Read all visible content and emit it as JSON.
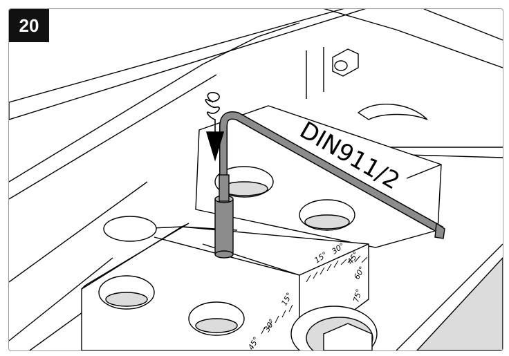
{
  "step": {
    "number": "20"
  },
  "tool_label": "DIN911/2",
  "scale": {
    "upper": [
      "15°",
      "30°",
      "45°",
      "60°",
      "75°"
    ],
    "lower": [
      "15°",
      "30°",
      "45°"
    ]
  },
  "icons": {
    "hex_key": "hex-key-icon",
    "tighten_direction": "rotation-arrow-icon"
  },
  "colors": {
    "badge_background": "#111111",
    "badge_text": "#ffffff",
    "line_art": "#000000",
    "shaded_surface": "#dcdcdc",
    "hex_key_fill": "#8c8c8c"
  }
}
